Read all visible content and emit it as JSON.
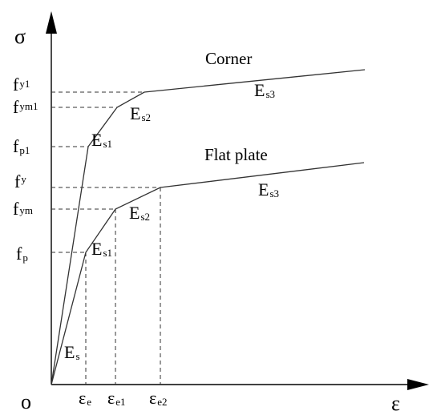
{
  "axes": {
    "y_symbol": "σ",
    "x_symbol": "ε",
    "origin": "o"
  },
  "y_labels": [
    {
      "main": "f",
      "sub": "y1"
    },
    {
      "main": "f",
      "sub": "ym1"
    },
    {
      "main": "f",
      "sub": "p1"
    },
    {
      "main": "f",
      "sub": "y"
    },
    {
      "main": "f",
      "sub": "ym"
    },
    {
      "main": "f",
      "sub": "p"
    }
  ],
  "x_labels": [
    {
      "main": "ε",
      "sub": "e"
    },
    {
      "main": "ε",
      "sub": "e1"
    },
    {
      "main": "ε",
      "sub": "e2"
    }
  ],
  "curves": {
    "corner": {
      "name": "Corner",
      "moduli": [
        {
          "main": "E",
          "sub": "s1"
        },
        {
          "main": "E",
          "sub": "s2"
        },
        {
          "main": "E",
          "sub": "s3"
        }
      ]
    },
    "flat": {
      "name": "Flat plate",
      "moduli": [
        {
          "main": "E",
          "sub": "s"
        },
        {
          "main": "E",
          "sub": "s1"
        },
        {
          "main": "E",
          "sub": "s2"
        },
        {
          "main": "E",
          "sub": "s3"
        }
      ]
    }
  }
}
